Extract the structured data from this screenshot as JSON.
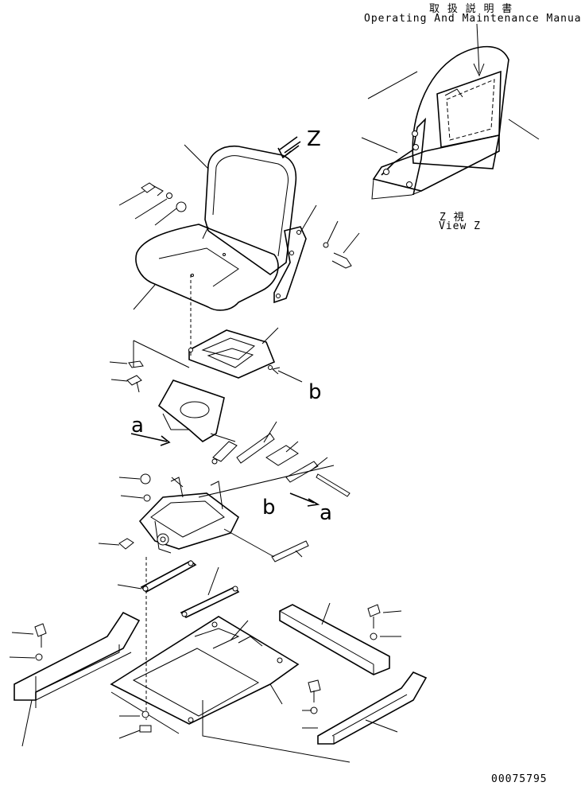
{
  "header": {
    "jp_title": "取 扱 説 明 書",
    "en_title": "Operating And Maintenance Manual"
  },
  "view": {
    "jp_label": "Z 視",
    "en_label": "View Z",
    "arrow_letter": "Z"
  },
  "markers": {
    "a_left": "a",
    "a_right": "a",
    "b_top": "b",
    "b_mid": "b"
  },
  "drawing_number": "00075795"
}
